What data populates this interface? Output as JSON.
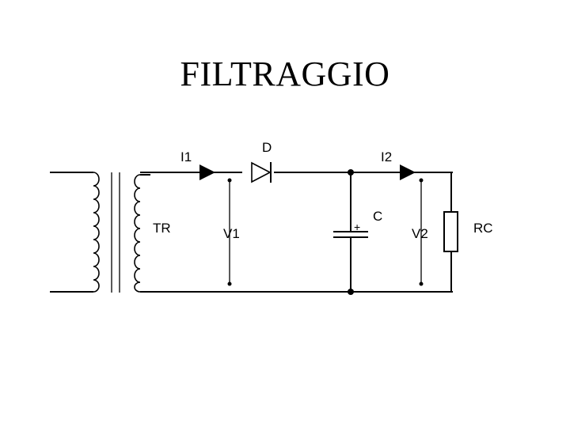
{
  "title": "FILTRAGGIO",
  "labels": {
    "current_in": "I1",
    "diode": "D",
    "current_out": "I2",
    "transformer": "TR",
    "voltage_in": "V1",
    "capacitor": "C",
    "capacitor_polarity": "+",
    "voltage_out": "V2",
    "load": "RC"
  }
}
